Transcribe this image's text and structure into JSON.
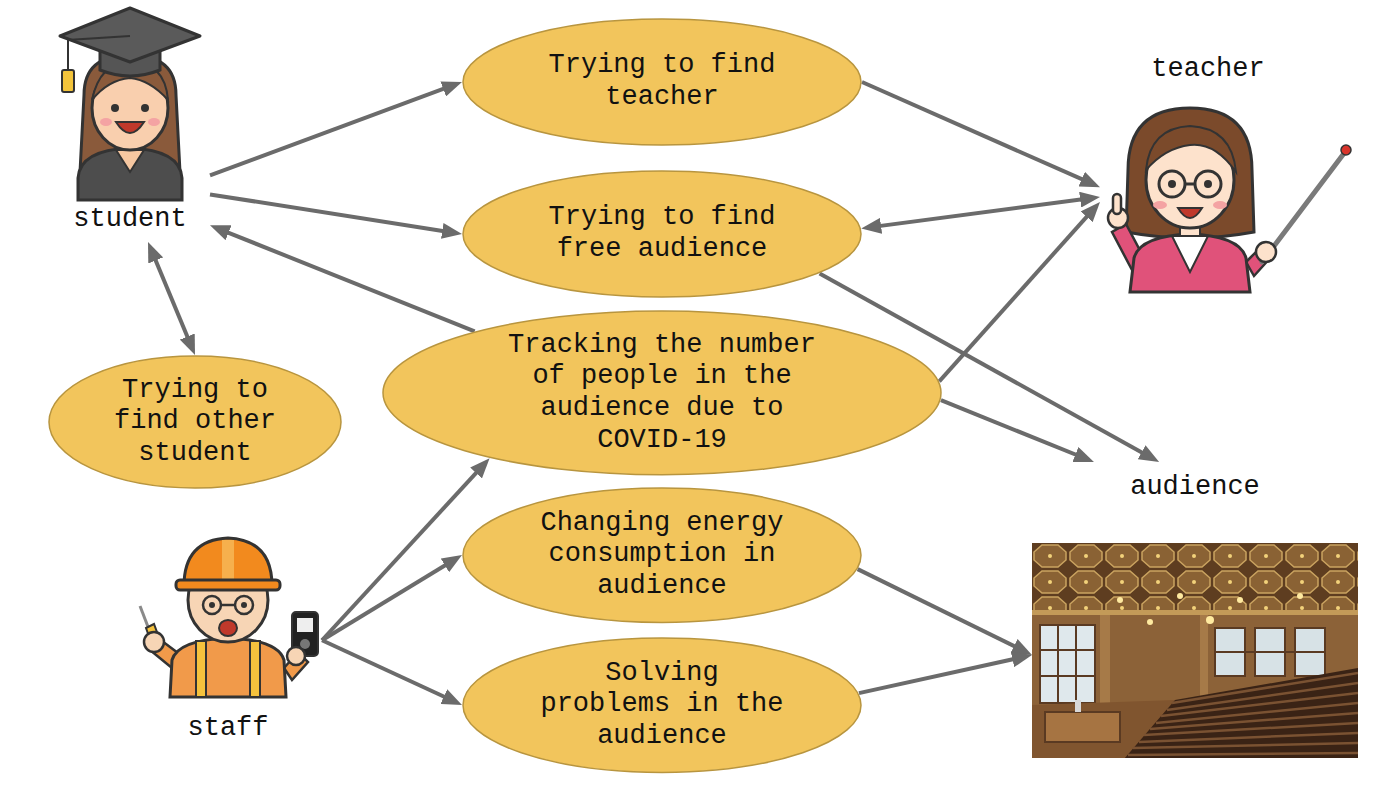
{
  "diagram": {
    "nodes": [
      {
        "text": [
          "student"
        ]
      },
      {
        "text": [
          "Trying to find teacher"
        ]
      },
      {
        "text": [
          "teacher"
        ]
      },
      {
        "text": [
          "Trying to find free audience"
        ]
      },
      {
        "text": [
          "Trying to find other student"
        ]
      },
      {
        "text": [
          "Tracking the number of people in the audience due to COVID-19"
        ]
      },
      {
        "text": [
          "audience"
        ]
      },
      {
        "text": [
          "staff"
        ]
      },
      {
        "text": [
          "Changing energy consumption in audience"
        ]
      },
      {
        "text": [
          "Solving problems in the audience"
        ]
      }
    ],
    "edges": [
      {
        "from": 0,
        "to": 1,
        "arrow": "to"
      },
      {
        "from": 0,
        "to": 3,
        "arrow": "to"
      },
      {
        "from": 5,
        "to": 0,
        "arrow": "to"
      },
      {
        "from": 0,
        "to": 4,
        "arrow": "both"
      },
      {
        "from": 1,
        "to": 2,
        "arrow": "to"
      },
      {
        "from": 3,
        "to": 2,
        "arrow": "both"
      },
      {
        "from": 3,
        "to": 6,
        "arrow": "to"
      },
      {
        "from": 5,
        "to": 2,
        "arrow": "to"
      },
      {
        "from": 5,
        "to": 6,
        "arrow": "to"
      },
      {
        "from": 7,
        "to": 5,
        "arrow": "to"
      },
      {
        "from": 7,
        "to": 8,
        "arrow": "to"
      },
      {
        "from": 7,
        "to": 9,
        "arrow": "to"
      },
      {
        "from": 8,
        "to": 6,
        "arrow": "to"
      },
      {
        "from": 9,
        "to": 6,
        "arrow": "to"
      }
    ]
  }
}
